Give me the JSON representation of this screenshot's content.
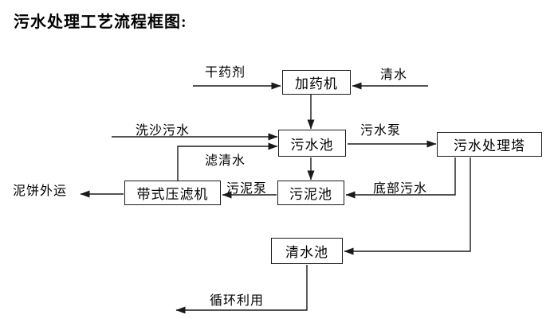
{
  "title": "污水处理工艺流程框图:",
  "diagram": {
    "nodes": {
      "dosing_machine": {
        "label": "加药机"
      },
      "sewage_pool": {
        "label": "污水池"
      },
      "treatment_tower": {
        "label": "污水处理塔"
      },
      "belt_filter_press": {
        "label": "带式压滤机"
      },
      "sludge_pool": {
        "label": "污泥池"
      },
      "clean_water_pool": {
        "label": "清水池"
      }
    },
    "flow_labels": {
      "dry_agent": "干药剂",
      "clean_water_in": "清水",
      "sand_washing_sewage": "洗沙污水",
      "sewage_pump": "污水泵",
      "filtered_water": "滤清水",
      "mud_cake_out": "泥饼外运",
      "sludge_pump": "污泥泵",
      "bottom_sewage": "底部污水",
      "recycle": "循环利用"
    },
    "edges": [
      {
        "source": "dry_agent_input",
        "target": "dosing_machine",
        "label": "干药剂"
      },
      {
        "source": "clean_water_input",
        "target": "dosing_machine",
        "label": "清水"
      },
      {
        "source": "dosing_machine",
        "target": "sewage_pool",
        "label": ""
      },
      {
        "source": "sand_washing_input",
        "target": "sewage_pool",
        "label": "洗沙污水"
      },
      {
        "source": "belt_filter_press",
        "target": "sewage_pool",
        "label": "滤清水"
      },
      {
        "source": "sewage_pool",
        "target": "treatment_tower",
        "label": "污水泵"
      },
      {
        "source": "sewage_pool",
        "target": "sludge_pool",
        "label": ""
      },
      {
        "source": "treatment_tower",
        "target": "sludge_pool",
        "label": "底部污水"
      },
      {
        "source": "treatment_tower",
        "target": "clean_water_pool",
        "label": ""
      },
      {
        "source": "sludge_pool",
        "target": "belt_filter_press",
        "label": "污泥泵"
      },
      {
        "source": "belt_filter_press",
        "target": "mud_cake_output",
        "label": "泥饼外运"
      },
      {
        "source": "clean_water_pool",
        "target": "recycle_output",
        "label": "循环利用"
      }
    ],
    "colors": {
      "line": "#1a1a1a",
      "text": "#000000",
      "background": "#ffffff"
    }
  }
}
